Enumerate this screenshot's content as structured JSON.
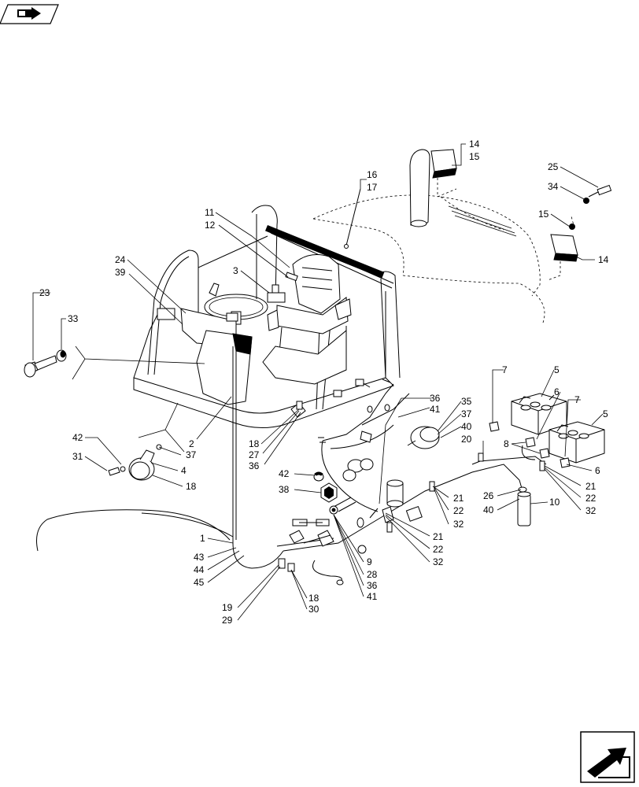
{
  "figure": {
    "callouts": {
      "c1": "1",
      "c2": "2",
      "c3": "3",
      "c4": "4",
      "c5a": "5",
      "c5b": "5",
      "c6a": "6",
      "c6b": "6",
      "c7a": "7",
      "c7b": "7",
      "c8": "8",
      "c9": "9",
      "c10": "10",
      "c11": "11",
      "c12": "12",
      "c14a": "14",
      "c14b": "14",
      "c15a": "15",
      "c15b": "15",
      "c16": "16",
      "c17": "17",
      "c18a": "18",
      "c18b": "18",
      "c18c": "18",
      "c19": "19",
      "c20": "20",
      "c21a": "21",
      "c21b": "21",
      "c21c": "21",
      "c22a": "22",
      "c22b": "22",
      "c22c": "22",
      "c23": "23",
      "c24": "24",
      "c25": "25",
      "c26": "26",
      "c27": "27",
      "c28": "28",
      "c29": "29",
      "c30": "30",
      "c31": "31",
      "c32a": "32",
      "c32b": "32",
      "c32c": "32",
      "c33": "33",
      "c34": "34",
      "c35": "35",
      "c36a": "36",
      "c36b": "36",
      "c36c": "36",
      "c37a": "37",
      "c37b": "37",
      "c38": "38",
      "c39": "39",
      "c40a": "40",
      "c40b": "40",
      "c41a": "41",
      "c41b": "41",
      "c42a": "42",
      "c42b": "42",
      "c43": "43",
      "c44": "44",
      "c45": "45"
    }
  }
}
